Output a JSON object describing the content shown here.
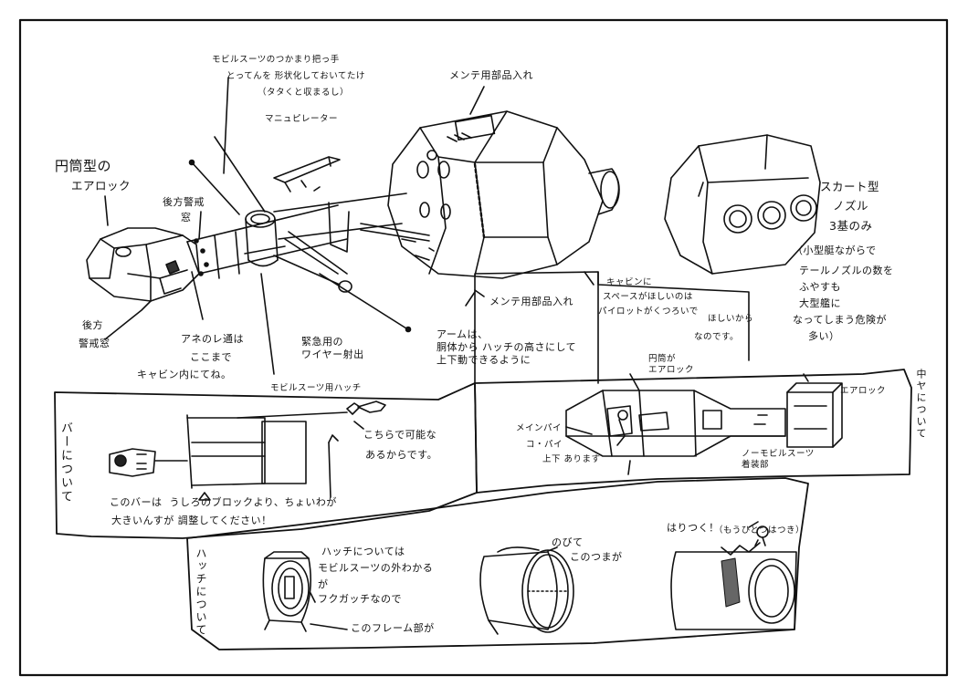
{
  "sheet": {
    "notes": {
      "mobile_suit_grip_1": "モビルスーツのつかまり把っ手",
      "mobile_suit_grip_2": "とってんを 形状化しておいてたけ",
      "mobile_suit_grip_3": "（タタくと収まるし）",
      "manipulator": "マニュピレーター",
      "maintenance_hatch_top": "メンテ用部品入れ",
      "cylindrical_airlock_1": "円筒型の",
      "cylindrical_airlock_2": "エアロック",
      "tail_nozzle_1": "後方警戒",
      "tail_nozzle_2": "窓",
      "front_sensor_1": "後方",
      "front_sensor_2": "警戒窓",
      "arm_cabin_1": "アネのレ通は",
      "arm_cabin_2": "ここまで",
      "arm_cabin_3": "キャビン内にてね。",
      "emergency_wire": "緊急用の\nワイヤー射出",
      "arm_note": "アームは、\n胴体から ハッチの高さにして\n上下動できるように",
      "maintenance_hatch_bottom": "メンテ用部品入れ",
      "skirt_nozzle_1": "スカート型",
      "skirt_nozzle_2": "ノズル",
      "skirt_nozzle_3": "3基のみ",
      "small_ship_1": "（小型艇ながらで",
      "small_ship_2": "テールノズルの数を",
      "small_ship_3": "ふやすも",
      "small_ship_4": "大型艦に",
      "small_ship_5": "なってしまう危険が",
      "small_ship_6": "多い）",
      "cabin_space_1": "キャビンに",
      "cabin_space_2": "スペースがほしいのは",
      "cabin_space_3": "パイロットがくつろいで",
      "cabin_space_4": "ほしいから",
      "cabin_space_5": "なのです。",
      "cylindrical_airlock_side": "円筒が\nエアロック",
      "airlock_right": "エアロック",
      "main_pilot": "メインパイ",
      "co_pilot": "コ・パイ",
      "up_down": "上下 あります",
      "mobile_suit_hold": "ノーモビルスーツ\n着装部",
      "mobile_suit_hatch": "モビルスーツ用ハッチ",
      "bar_rotation_1": "こちらで可能な",
      "bar_rotation_2": "あるからです。",
      "bar_note_1": "このバーは  うしろのブロックより、ちょいわが",
      "bar_note_2": "大きいんすが 調整してください！",
      "hatch_note_1": "ハッチについては",
      "hatch_note_2": "モビルスーツの外わかる",
      "hatch_note_3": "が",
      "hatch_note_4": "フクガッチなので",
      "frame_note": "このフレーム部が",
      "stretch_note": "のびて",
      "this_way_note": "このつまが",
      "stick_note": "はりつく！",
      "stick_note_2": "（もうひとつはつき）"
    },
    "side_labels": {
      "bar": "バーについて",
      "hatch": "ハッチについて",
      "cabin": "中ヤについて"
    }
  }
}
